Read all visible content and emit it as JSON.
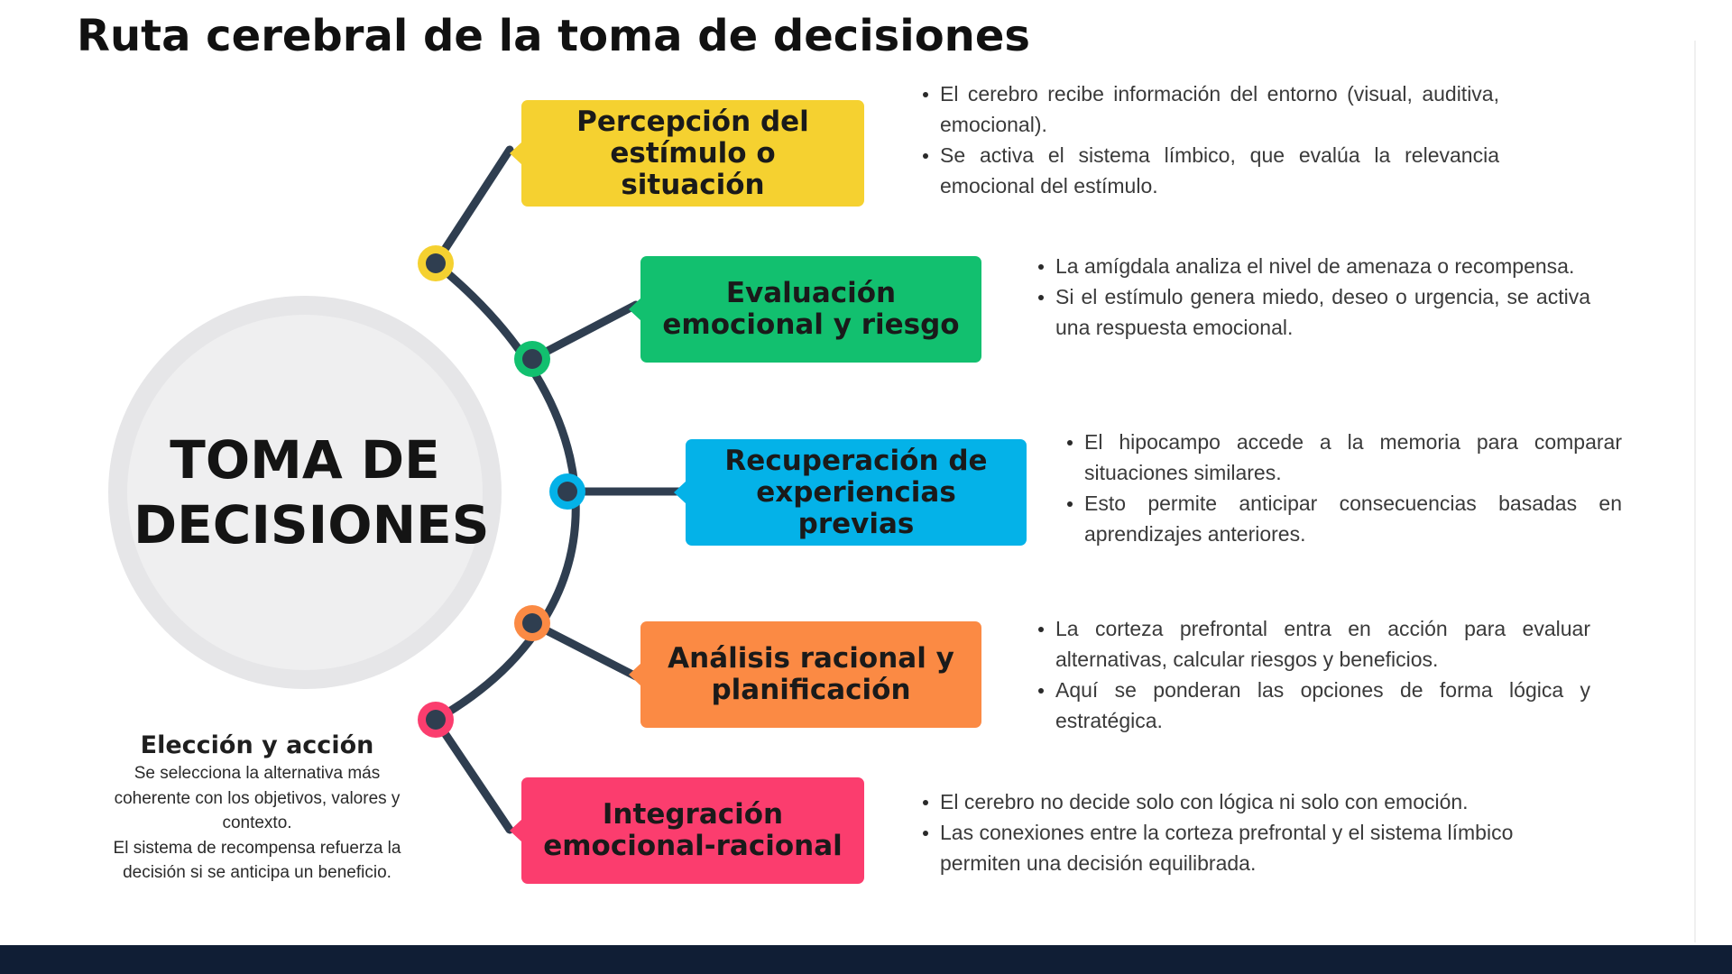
{
  "title": "Ruta cerebral de la toma de decisiones",
  "center_label": "TOMA DE DECISIONES",
  "colors": {
    "connector": "#2f3e50",
    "center_outer": "#e6e6e8",
    "center_inner": "#efeff0",
    "footer": "#101e35"
  },
  "steps": [
    {
      "label": "Percepción del estímulo o situación",
      "color": "#f5d130",
      "bullets": [
        "El cerebro recibe información del entorno (visual, auditiva, emocional).",
        "Se activa el sistema límbico, que evalúa la relevancia emocional del estímulo."
      ]
    },
    {
      "label": "Evaluación emocional y riesgo",
      "color": "#12c06f",
      "bullets": [
        "La amígdala analiza el nivel de amenaza o recompensa.",
        "Si el estímulo genera miedo, deseo o urgencia, se activa una respuesta emocional."
      ]
    },
    {
      "label": "Recuperación de experiencias previas",
      "color": "#04b2e8",
      "bullets": [
        "El hipocampo accede a la memoria para comparar situaciones similares.",
        "Esto permite anticipar consecuencias basadas en aprendizajes anteriores."
      ]
    },
    {
      "label": "Análisis racional y planificación",
      "color": "#fb8a44",
      "bullets": [
        "La corteza prefrontal entra en acción para evaluar alternativas, calcular riesgos y beneficios.",
        "Aquí se ponderan las opciones de forma lógica y estratégica."
      ]
    },
    {
      "label": "Integración emocional-racional",
      "color": "#fb3d6e",
      "bullets": [
        "El cerebro no decide solo con lógica ni solo con emoción.",
        "Las conexiones entre la corteza prefrontal y el sistema límbico permiten una decisión equilibrada."
      ]
    }
  ],
  "final": {
    "title": "Elección y acción",
    "text_1": "Se selecciona la alternativa más coherente con los objetivos, valores y contexto.",
    "text_2": "El sistema de recompensa refuerza la decisión si se anticipa un beneficio."
  }
}
